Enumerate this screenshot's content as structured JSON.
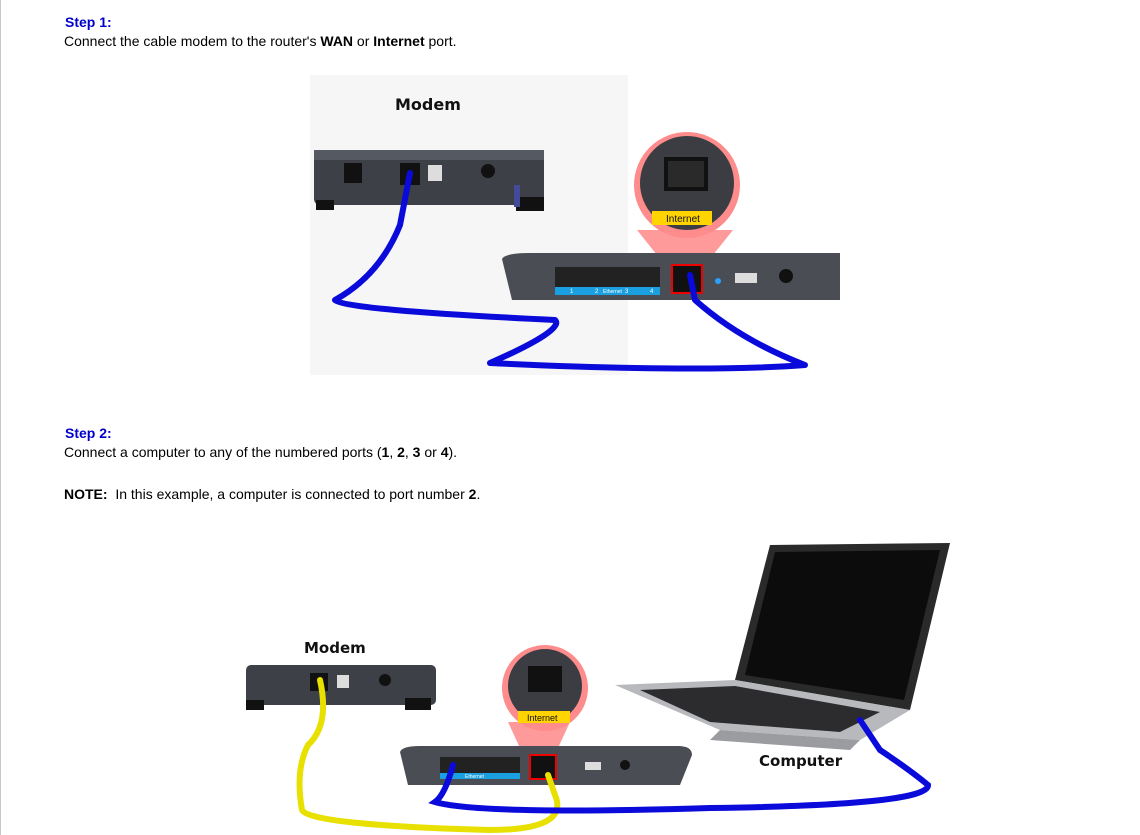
{
  "step1": {
    "heading": "Step 1:",
    "text_before": "Connect the cable modem to the router's ",
    "wan": "WAN",
    "or": " or ",
    "internet": "Internet",
    "text_after": " port."
  },
  "step2": {
    "heading": "Step 2:",
    "text_before": "Connect a computer to any of the numbered ports (",
    "p1": "1",
    "sep1": ", ",
    "p2": "2",
    "sep2": ", ",
    "p3": "3",
    "or": " or ",
    "p4": "4",
    "text_after": ")."
  },
  "note": {
    "label": "NOTE:",
    "text": "  In this example, a computer is connected to port number ",
    "port": "2",
    "end": "."
  },
  "figure1": {
    "modem_label": "Modem",
    "internet_label": "Internet",
    "ethernet_label": "Ethernet",
    "port_numbers": [
      "1",
      "2",
      "3",
      "4"
    ]
  },
  "figure2": {
    "modem_label": "Modem",
    "internet_label": "Internet",
    "computer_label": "Computer",
    "ethernet_label": "Ethernet"
  },
  "colors": {
    "heading": "#0000cc",
    "cable_blue": "#0a0adb",
    "cable_yellow": "#e8e000",
    "internet_highlight": "#ff9090",
    "internet_tag": "#ffd400"
  }
}
